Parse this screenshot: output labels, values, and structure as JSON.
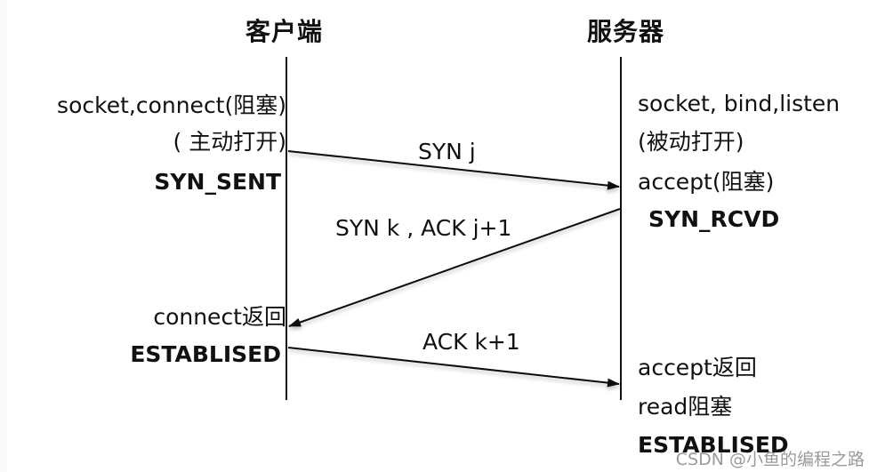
{
  "columns": {
    "client": {
      "title": "客户端"
    },
    "server": {
      "title": "服务器"
    }
  },
  "client_labels": [
    {
      "text": "socket,connect(阻塞)",
      "bold": false
    },
    {
      "text": "( 主动打开)",
      "bold": false
    },
    {
      "text": "SYN_SENT",
      "bold": true
    },
    {
      "text": "connect返回",
      "bold": false
    },
    {
      "text": "ESTABLISED",
      "bold": true
    }
  ],
  "server_labels": [
    {
      "text": "socket, bind,listen",
      "bold": false
    },
    {
      "text": "(被动打开)",
      "bold": false
    },
    {
      "text": "accept(阻塞)",
      "bold": false
    },
    {
      "text": "SYN_RCVD",
      "bold": true
    },
    {
      "text": "accept返回",
      "bold": false
    },
    {
      "text": "read阻塞",
      "bold": false
    },
    {
      "text": "ESTABLISED",
      "bold": true
    }
  ],
  "messages": [
    {
      "label": "SYN j",
      "from": "client",
      "to": "server"
    },
    {
      "label": "SYN k , ACK j+1",
      "from": "server",
      "to": "client"
    },
    {
      "label": "ACK k+1",
      "from": "client",
      "to": "server"
    }
  ],
  "watermark": "CSDN @小鱼的编程之路",
  "colors": {
    "line": "#111111",
    "text": "#111111",
    "watermark": "#8a8a8a"
  }
}
